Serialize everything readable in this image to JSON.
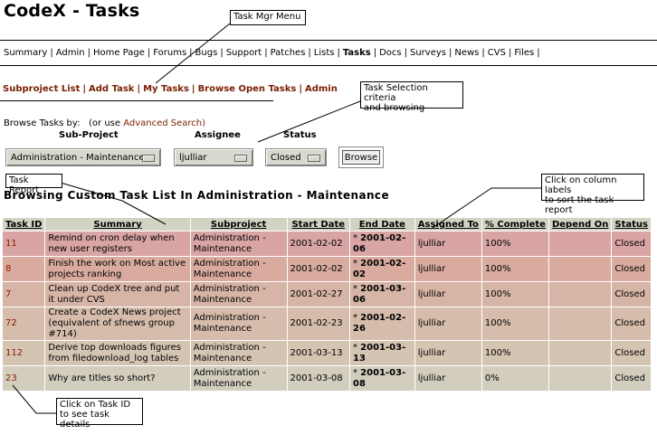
{
  "header": {
    "title": "CodeX - Tasks"
  },
  "main_nav": {
    "items": [
      {
        "label": "Summary"
      },
      {
        "label": "Admin"
      },
      {
        "label": "Home Page"
      },
      {
        "label": "Forums"
      },
      {
        "label": "Bugs"
      },
      {
        "label": "Support"
      },
      {
        "label": "Patches"
      },
      {
        "label": "Lists"
      },
      {
        "label": "Tasks"
      },
      {
        "label": "Docs"
      },
      {
        "label": "Surveys"
      },
      {
        "label": "News"
      },
      {
        "label": "CVS"
      },
      {
        "label": "Files"
      }
    ],
    "separator": "|"
  },
  "sub_nav": {
    "items": [
      {
        "label": "Subproject List"
      },
      {
        "label": "Add Task"
      },
      {
        "label": "My Tasks"
      },
      {
        "label": "Browse Open Tasks"
      },
      {
        "label": "Admin"
      }
    ],
    "separator": "|"
  },
  "browse": {
    "prefix": "Browse Tasks by:",
    "or_use": "(or use",
    "advanced_search": "Advanced Search",
    "or_use_close": ")",
    "subproject_label": "Sub-Project",
    "assignee_label": "Assignee",
    "status_label": "Status",
    "subproject_value": "Administration - Maintenance",
    "assignee_value": "ljulliar",
    "status_value": "Closed",
    "button_label": "Browse"
  },
  "report": {
    "title": "Browsing Custom Task List In Administration - Maintenance",
    "columns": [
      "Task ID",
      "Summary",
      "Subproject",
      "Start Date",
      "End Date",
      "Assigned To",
      "% Complete",
      "Depend On",
      "Status"
    ],
    "rows": [
      {
        "id": "11",
        "summary": "Remind on cron delay when new user registers",
        "subproject": "Administration - Maintenance",
        "start": "2001-02-02",
        "end_prefix": "*",
        "end": "2001-02-06",
        "assigned": "ljulliar",
        "complete": "100%",
        "depend": "",
        "status": "Closed",
        "color": "#d8a4a4"
      },
      {
        "id": "8",
        "summary": "Finish the work on Most active projects ranking",
        "subproject": "Administration - Maintenance",
        "start": "2001-02-02",
        "end_prefix": "*",
        "end": "2001-02-02",
        "assigned": "ljulliar",
        "complete": "100%",
        "depend": "",
        "status": "Closed",
        "color": "#d8ab9e"
      },
      {
        "id": "7",
        "summary": "Clean up CodeX tree and put it under CVS",
        "subproject": "Administration - Maintenance",
        "start": "2001-02-27",
        "end_prefix": "*",
        "end": "2001-03-06",
        "assigned": "ljulliar",
        "complete": "100%",
        "depend": "",
        "status": "Closed",
        "color": "#d6b5a6"
      },
      {
        "id": "72",
        "summary": "Create a CodeX News project (equivalent of sfnews group #714)",
        "subproject": "Administration - Maintenance",
        "start": "2001-02-23",
        "end_prefix": "*",
        "end": "2001-02-26",
        "assigned": "ljulliar",
        "complete": "100%",
        "depend": "",
        "status": "Closed",
        "color": "#d6bcab"
      },
      {
        "id": "112",
        "summary": "Derive top downloads figures from filedownload_log tables",
        "subproject": "Administration - Maintenance",
        "start": "2001-03-13",
        "end_prefix": "*",
        "end": "2001-03-13",
        "assigned": "ljulliar",
        "complete": "100%",
        "depend": "",
        "status": "Closed",
        "color": "#d4c4b2"
      },
      {
        "id": "23",
        "summary": "Why are titles so short?",
        "subproject": "Administration - Maintenance",
        "start": "2001-03-08",
        "end_prefix": "*",
        "end": "2001-03-08",
        "assigned": "ljulliar",
        "complete": "0%",
        "depend": "",
        "status": "Closed",
        "color": "#d2cdbd"
      }
    ]
  },
  "callouts": {
    "task_mgr_menu": "Task Mgr Menu",
    "selection_line1": "Task Selection criteria",
    "selection_line2": "and browsing",
    "task_report": "Task Report",
    "sort_line1": "Click on column labels",
    "sort_line2": "to sort the task report",
    "taskid_line1": "Click on Task ID",
    "taskid_line2": "to see task details"
  }
}
